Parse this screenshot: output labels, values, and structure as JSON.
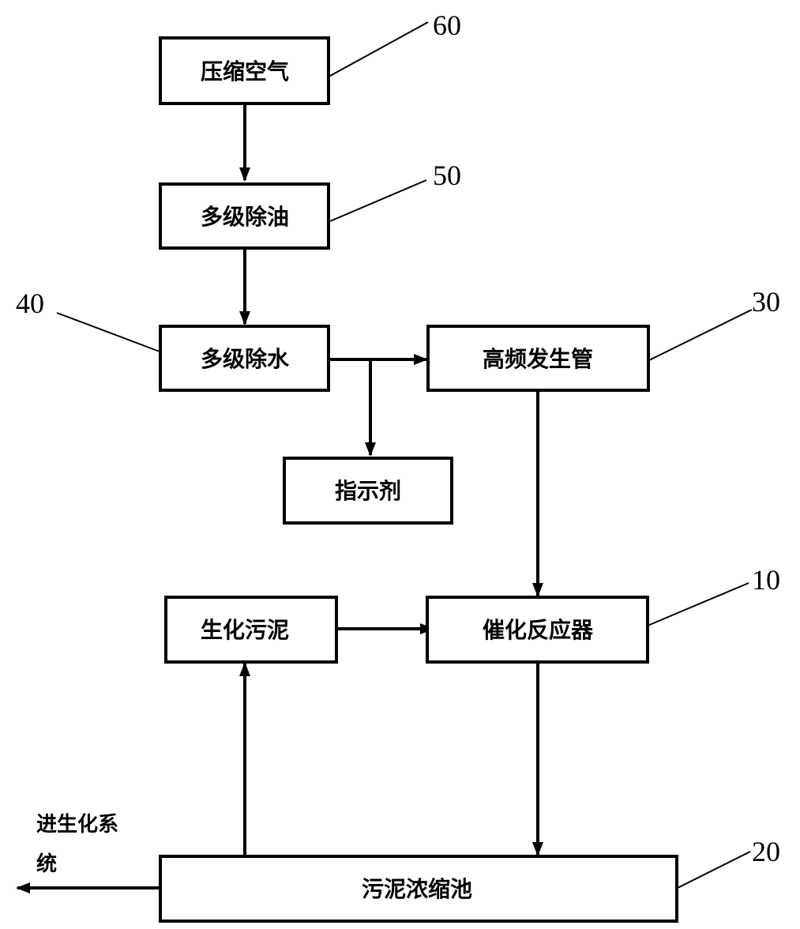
{
  "boxes": {
    "compressed_air": "压缩空气",
    "multi_oil_removal": "多级除油",
    "multi_water_removal": "多级除水",
    "indicator": "指示剂",
    "hf_generator": "高频发生管",
    "biochemical_sludge": "生化污泥",
    "catalytic_reactor": "催化反应器",
    "sludge_thickener": "污泥浓缩池"
  },
  "refs": {
    "r60": "60",
    "r50": "50",
    "r40": "40",
    "r30": "30",
    "r10": "10",
    "r20": "20"
  },
  "outlet": {
    "line1": "进生化系",
    "line2": "统"
  }
}
